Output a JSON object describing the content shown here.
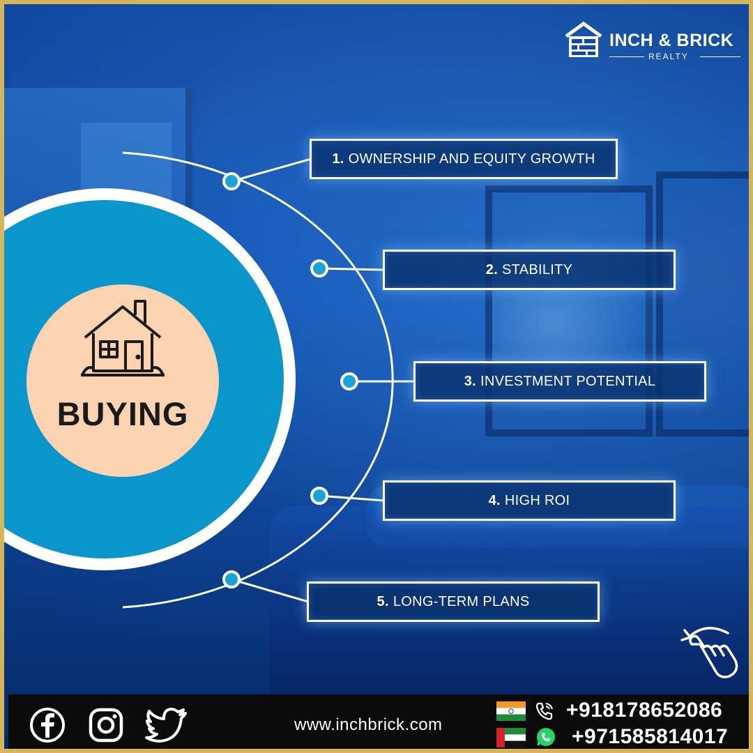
{
  "brand": {
    "name": "INCH & BRICK",
    "subtitle": "REALTY"
  },
  "center": {
    "title": "BUYING",
    "icon": "house-icon"
  },
  "steps": [
    {
      "num": "1.",
      "label": "OWNERSHIP AND EQUITY GROWTH"
    },
    {
      "num": "2.",
      "label": "STABILITY"
    },
    {
      "num": "3.",
      "label": "INVESTMENT POTENTIAL"
    },
    {
      "num": "4.",
      "label": "HIGH ROI"
    },
    {
      "num": "5.",
      "label": "LONG-TERM PLANS"
    }
  ],
  "footer": {
    "social": [
      "facebook-icon",
      "instagram-icon",
      "twitter-icon"
    ],
    "website": "www.inchbrick.com",
    "phones": [
      {
        "flag": "india-flag",
        "icon": "phone-icon",
        "number": "+918178652086"
      },
      {
        "flag": "uae-flag",
        "icon": "whatsapp-icon",
        "number": "+971585814017"
      }
    ]
  },
  "colors": {
    "accent_blue": "#0a95cc",
    "peach": "#fcd3b1",
    "frame_gold": "#d4b55a",
    "footer_bg": "#0b0b0b",
    "node": "#1aa3d6"
  }
}
